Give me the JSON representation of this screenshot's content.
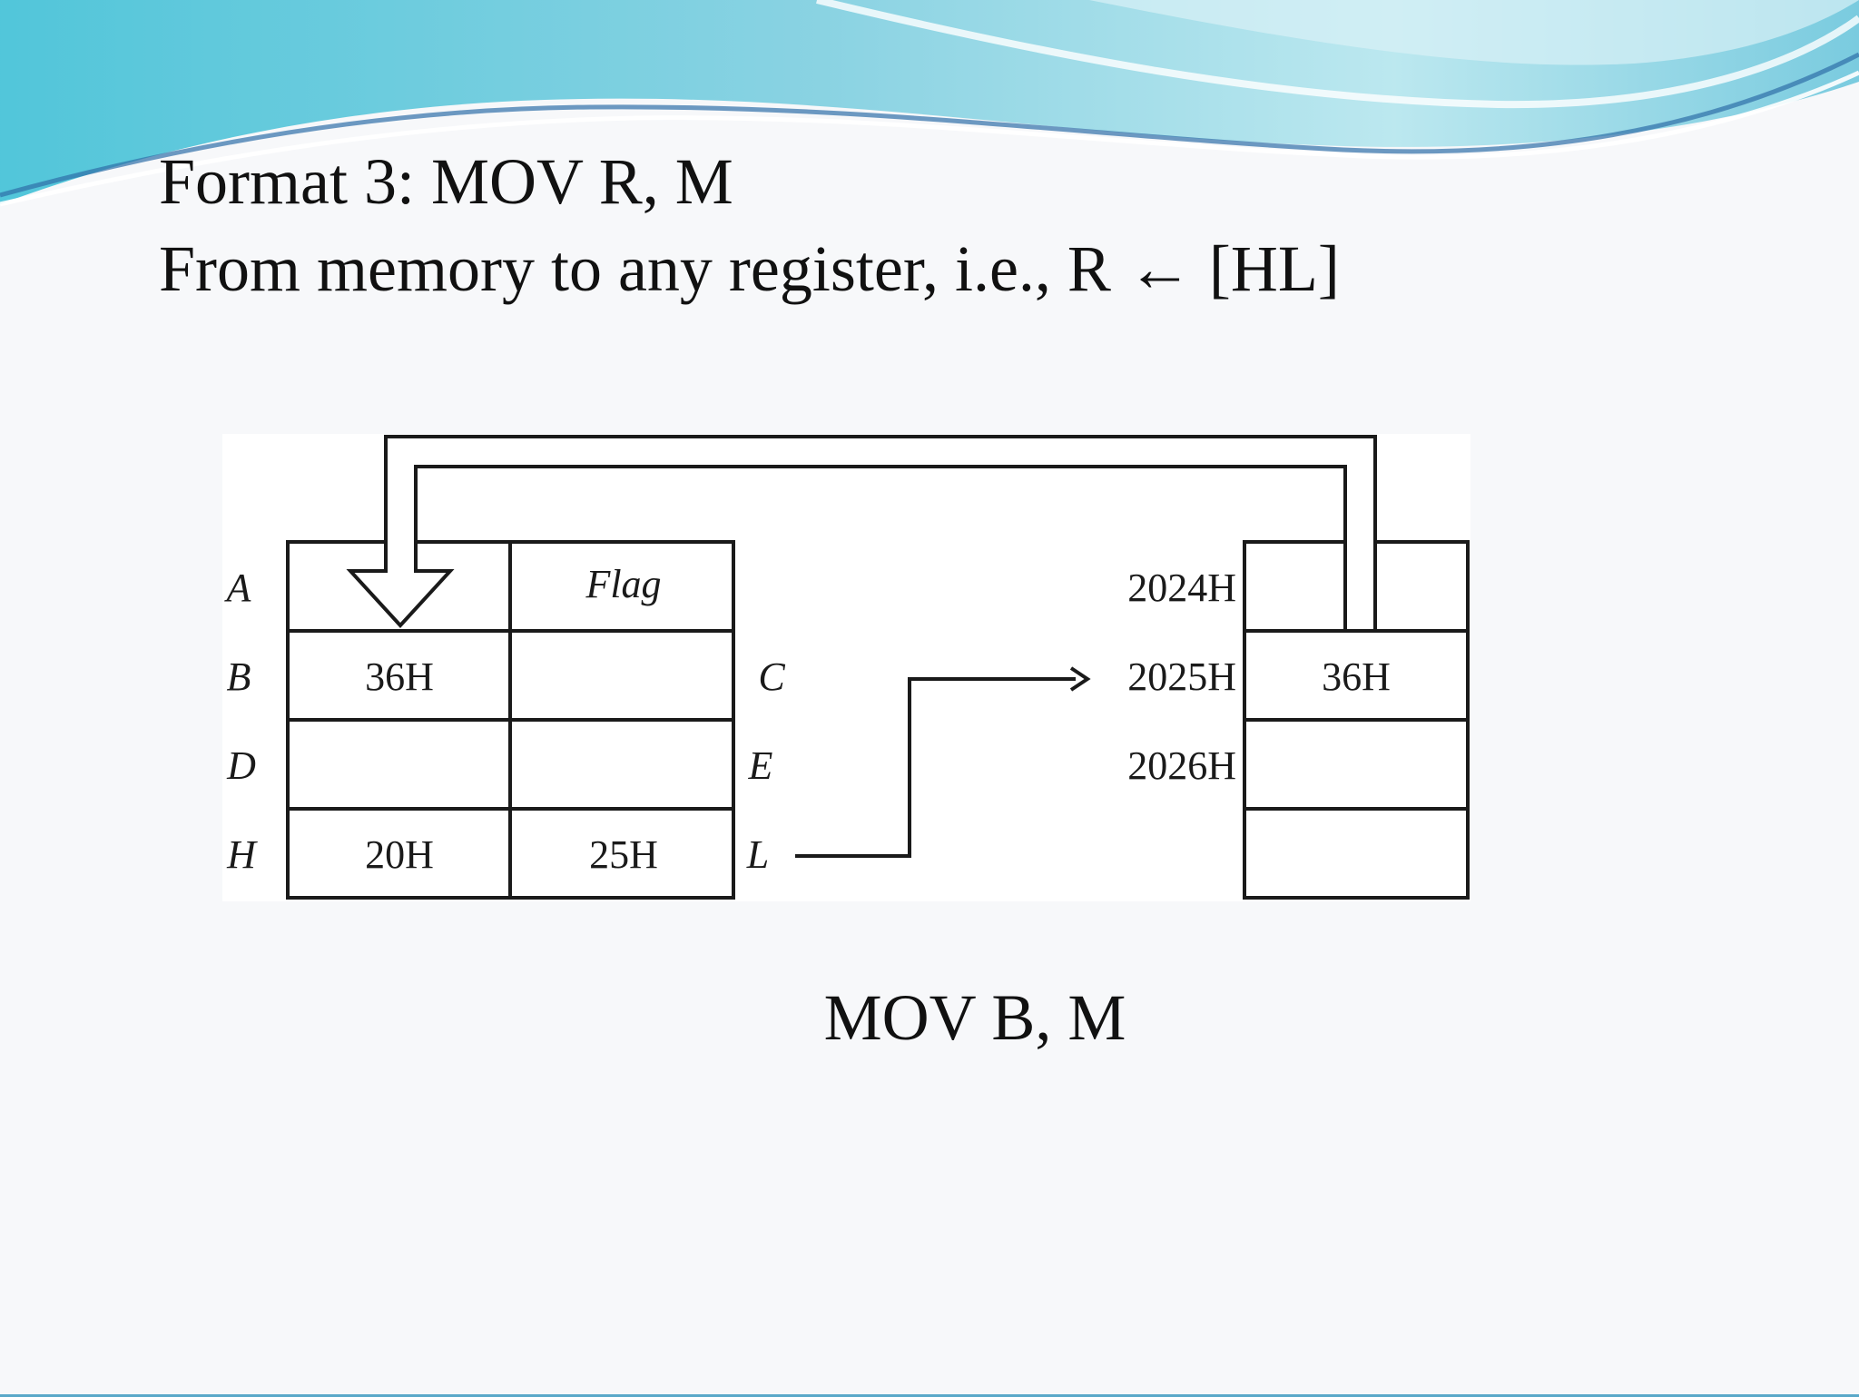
{
  "slide": {
    "title": "Format 3: MOV R, M",
    "subtitle": "From memory  to any register, i.e., R ← [HL]",
    "caption": "MOV B, M"
  },
  "registers": {
    "left_labels": [
      "A",
      "B",
      "D",
      "H"
    ],
    "right_labels": [
      "",
      "C",
      "E",
      "L"
    ],
    "cells": [
      [
        "",
        "Flag"
      ],
      [
        "36H",
        ""
      ],
      [
        "",
        ""
      ],
      [
        "20H",
        "25H"
      ]
    ]
  },
  "memory": {
    "addresses": [
      "2024H",
      "2025H",
      "2026H",
      ""
    ],
    "contents": [
      "",
      "36H",
      "",
      ""
    ]
  },
  "colors": {
    "wave_primary": "#4fc3dc",
    "wave_light": "#a8dfe9",
    "wave_dark": "#2f6fa8",
    "line": "#1a1a1a",
    "background": "#f7f8fa"
  }
}
